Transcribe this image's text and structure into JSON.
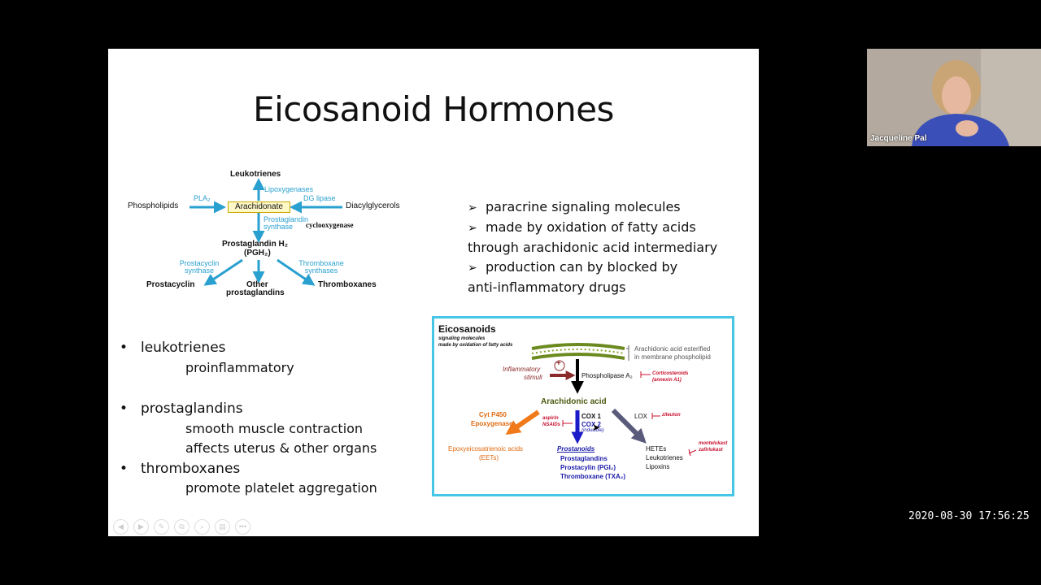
{
  "slide": {
    "title": "Eicosanoid Hormones",
    "pathway": {
      "leukotrienes": "Leukotrienes",
      "lipoxygenases": "Lipoxygenases",
      "phospholipids": "Phospholipids",
      "pla2": "PLA₂",
      "arachidonate": "Arachidonate",
      "dg_lipase": "DG lipase",
      "diacylglycerols": "Diacylglycerols",
      "prostaglandin_synthase": "Prostaglandin synthase",
      "cyclooxygenase": "cyclooxygenase",
      "pgh2": "Prostaglandin H₂",
      "pgh2_abbr": "(PGH₂)",
      "prostacyclin_synthase": "Prostacyclin synthase",
      "thromboxane_synthases": "Thromboxane synthases",
      "prostacyclin": "Prostacyclin",
      "other": "Other",
      "prostaglandins": "prostaglandins",
      "thromboxanes": "Thromboxanes"
    },
    "right_bullets": [
      {
        "arrow": "➢",
        "text": "paracrine signaling molecules"
      },
      {
        "arrow": "➢",
        "text": "made by oxidation of fatty acids"
      },
      {
        "arrow": "",
        "text": "through arachidonic acid intermediary"
      },
      {
        "arrow": "➢",
        "text": "production can by blocked by"
      },
      {
        "arrow": "",
        "text": "anti-inflammatory drugs"
      }
    ],
    "left_bullets": {
      "b1": "leukotrienes",
      "b1_sub1": "proinflammatory",
      "b2": "prostaglandins",
      "b2_sub1": "smooth muscle contraction",
      "b2_sub2": "affects uterus & other organs",
      "b3": "thromboxanes",
      "b3_sub1": "promote platelet aggregation"
    },
    "eicosanoids_box": {
      "title": "Eicosanoids",
      "subtitle1": "signaling molecules",
      "subtitle2": "made by oxidation of fatty acids",
      "membrane1": "Arachidonic acid esterified",
      "membrane2": "in membrane phospholipid",
      "inflammatory1": "Inflammatory",
      "inflammatory2": "stimuli",
      "plus": "+",
      "phospholipase": "Phospholipase A₂",
      "corticosteroids": "Corticosteroids",
      "annexin": "(annexin A1)",
      "arachidonic": "Arachidonic acid",
      "cyt1": "Cyt P450",
      "cyt2": "Epoxygenase",
      "aspirin": "aspirin",
      "nsaids": "NSAIDs",
      "cox1": "COX 1",
      "cox2": "COX 2",
      "inducible": "(inducible)",
      "lox": "LOX",
      "zileuton": "zileuton",
      "eets1": "Epoxyeicosatrienoic acids",
      "eets2": "(EETs)",
      "prostanoids": "Prostanoids",
      "pg": "Prostaglandins",
      "pgi": "Prostacylin (PGI₂)",
      "txa": "Thromboxane (TXA₂)",
      "hetes": "HETEs",
      "leuko": "Leukotrienes",
      "lipoxins": "Lipoxins",
      "montelukast": "montelukast",
      "zafirlukast": "zafirlukast"
    },
    "controls": [
      "◀",
      "▶",
      "✎",
      "⧉",
      "⌕",
      "▤",
      "•••"
    ]
  },
  "participant": {
    "name": "Jacqueline Pal"
  },
  "timestamp": "2020-08-30 17:56:25",
  "colors": {
    "cyan_arrow": "#2aa0d0",
    "box_border": "#47c5e6",
    "orange": "#f07a1a",
    "blue_text": "#1a1aa8",
    "red": "#c8102e",
    "slate": "#5a5a7a"
  }
}
